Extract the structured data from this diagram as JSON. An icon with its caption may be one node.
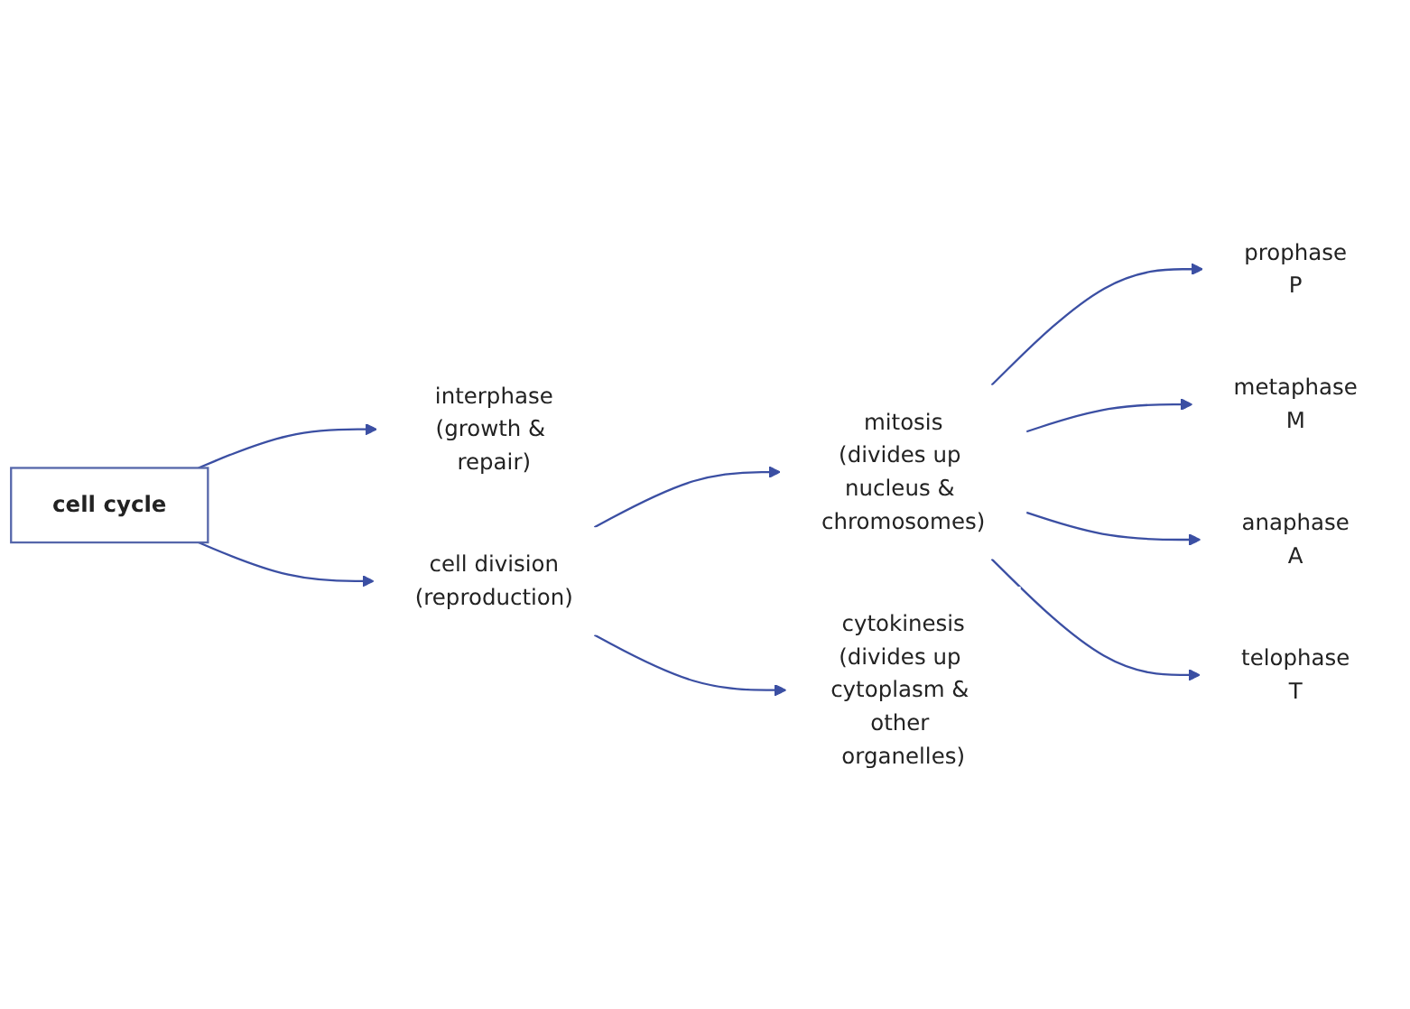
{
  "diagram": {
    "nodes": [
      {
        "text": [
          "cell cycle"
        ]
      },
      {
        "text": [
          "interphase",
          "(growth & repair)"
        ]
      },
      {
        "text": [
          "cell division",
          "(reproduction)"
        ]
      },
      {
        "text": [
          "mitosis",
          "(divides up nucleus & chromosomes)"
        ]
      },
      {
        "text": [
          "cytokinesis",
          "(divides up cytoplasm & other organelles)"
        ]
      },
      {
        "text": [
          "prophase",
          "P"
        ]
      },
      {
        "text": [
          "metaphase",
          "M"
        ]
      },
      {
        "text": [
          "anaphase",
          "A"
        ]
      },
      {
        "text": [
          "telophase",
          "T"
        ]
      }
    ],
    "edges": [
      {
        "from": 0,
        "to": 1,
        "arrow": "to"
      },
      {
        "from": 0,
        "to": 2,
        "arrow": "to"
      },
      {
        "from": 2,
        "to": 3,
        "arrow": "to"
      },
      {
        "from": 2,
        "to": 4,
        "arrow": "to"
      },
      {
        "from": 3,
        "to": 5,
        "arrow": "to"
      },
      {
        "from": 3,
        "to": 6,
        "arrow": "to"
      },
      {
        "from": 3,
        "to": 7,
        "arrow": "to"
      },
      {
        "from": 3,
        "to": 8,
        "arrow": "to"
      }
    ]
  }
}
